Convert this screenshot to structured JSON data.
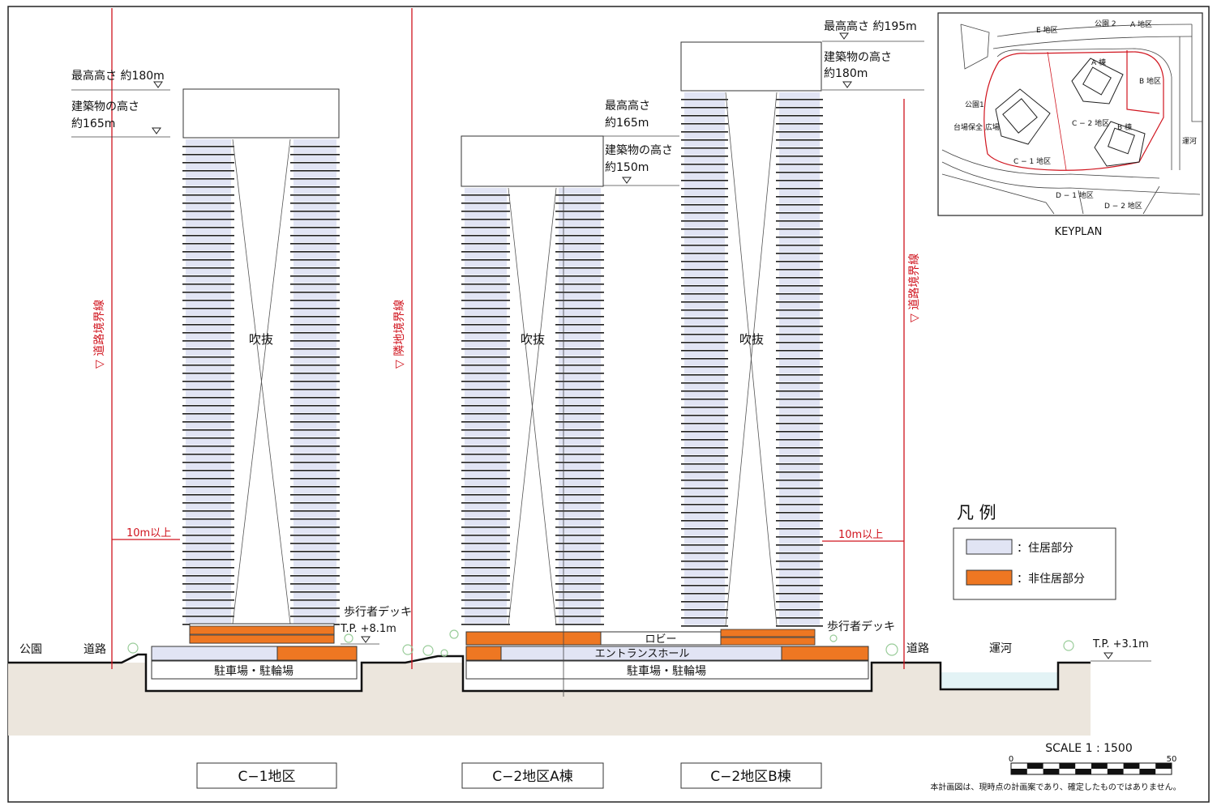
{
  "towers": {
    "c1": {
      "max_height": "最高高さ 約180m",
      "bldg_height_l1": "建築物の高さ",
      "bldg_height_l2": "約165m",
      "void": "吹抜",
      "parking": "駐車場・駐輪場",
      "deck_l1": "歩行者デッキ",
      "deck_l2": "T.P. +8.1m",
      "label": "C−1地区"
    },
    "c2a": {
      "max_height_l1": "最高高さ",
      "max_height_l2": "約165m",
      "bldg_height_l1": "建築物の高さ",
      "bldg_height_l2": "約150m",
      "void": "吹抜",
      "label": "C−2地区A棟"
    },
    "c2b": {
      "max_height": "最高高さ 約195m",
      "bldg_height_l1": "建築物の高さ",
      "bldg_height_l2": "約180m",
      "void": "吹抜",
      "deck": "歩行者デッキ",
      "label": "C−2地区B棟"
    },
    "c2_podium": {
      "lobby": "ロビー",
      "entrance_hall": "エントランスホール",
      "parking": "駐車場・駐輪場"
    }
  },
  "ground": {
    "park": "公園",
    "road_left": "道路",
    "road_right": "道路",
    "canal": "運河",
    "tp_canal": "T.P. +3.1m"
  },
  "boundaries": {
    "road_left": "▽ 道路境界線",
    "neighbor": "▽ 隣地境界線",
    "road_right": "▽ 道路境界線",
    "setback_left": "10m以上",
    "setback_right": "10m以上"
  },
  "legend": {
    "title": "凡 例",
    "residential": "：住居部分",
    "non_residential": "：非住居部分",
    "colors": {
      "residential": "#e1e4f4",
      "non_residential": "#ee7722"
    }
  },
  "keyplan": {
    "caption": "KEYPLAN",
    "labels": {
      "e": "E 地区",
      "park2": "公園 2",
      "a": "A 地区",
      "a_bldg": "A 棟",
      "b": "B 地区",
      "park1": "公園1",
      "plaza": "台場保全 広場",
      "c2": "C − 2 地区",
      "b_bldg": "B 棟",
      "canal": "運河",
      "c1": "C − 1 地区",
      "d1": "D − 1 地区",
      "d2": "D − 2 地区"
    }
  },
  "scale": {
    "title": "SCALE 1 : 1500",
    "min": "0",
    "max": "50"
  },
  "footnote": "本計画図は、現時点の計画案であり、確定したものではありません。"
}
